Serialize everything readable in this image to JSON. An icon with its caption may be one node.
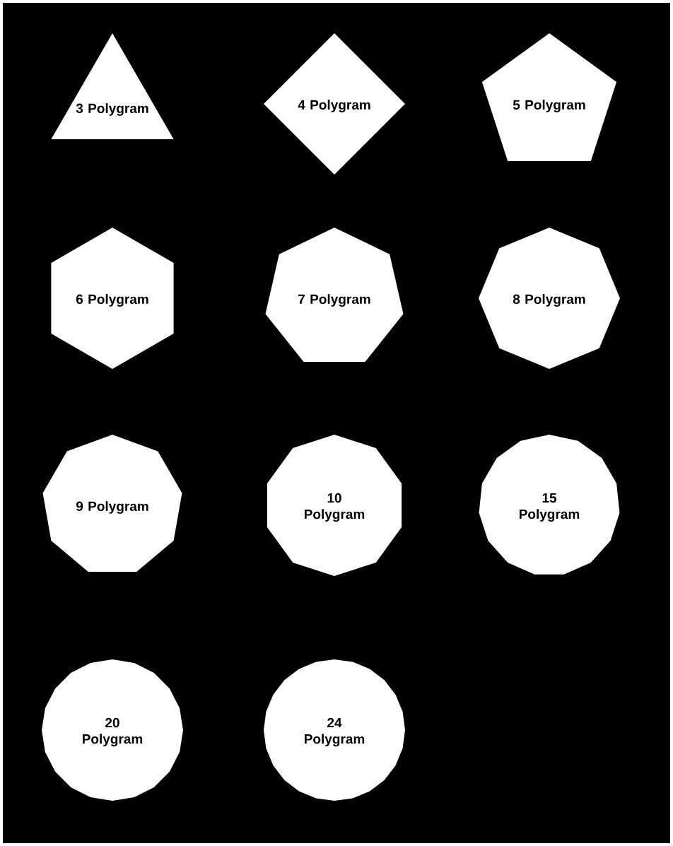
{
  "diagram": {
    "nodes": [
      {
        "text": [
          "3 Polygram"
        ]
      },
      {
        "text": [
          "4 Polygram"
        ]
      },
      {
        "text": [
          "5 Polygram"
        ]
      },
      {
        "text": [
          "6 Polygram"
        ]
      },
      {
        "text": [
          "7 Polygram"
        ]
      },
      {
        "text": [
          "8 Polygram"
        ]
      },
      {
        "text": [
          "9 Polygram"
        ]
      },
      {
        "text": [
          "10 Polygram"
        ]
      },
      {
        "text": [
          "15 Polygram"
        ]
      },
      {
        "text": [
          "20 Polygram"
        ]
      },
      {
        "text": [
          "24 Polygram"
        ]
      }
    ]
  }
}
